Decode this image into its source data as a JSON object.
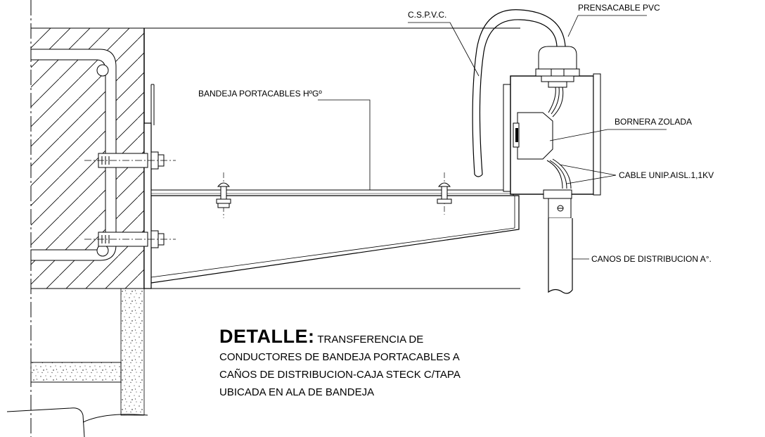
{
  "labels": {
    "cspvc": "C.S.P.V.C.",
    "prensacable": "PRENSACABLE PVC",
    "bandeja": "BANDEJA PORTACABLES HºGº",
    "bornera": "BORNERA ZOLADA",
    "cable": "CABLE UNIP.AISL.1,1KV",
    "canos": "CANOS DE DISTRIBUCION A°."
  },
  "caption": {
    "heading": "DETALLE:",
    "line1": "TRANSFERENCIA DE",
    "line2": "CONDUCTORES DE BANDEJA PORTACABLES A",
    "line3": "CAÑOS DE DISTRIBUCION-CAJA STECK C/TAPA",
    "line4": "UBICADA  EN ALA DE BANDEJA"
  }
}
